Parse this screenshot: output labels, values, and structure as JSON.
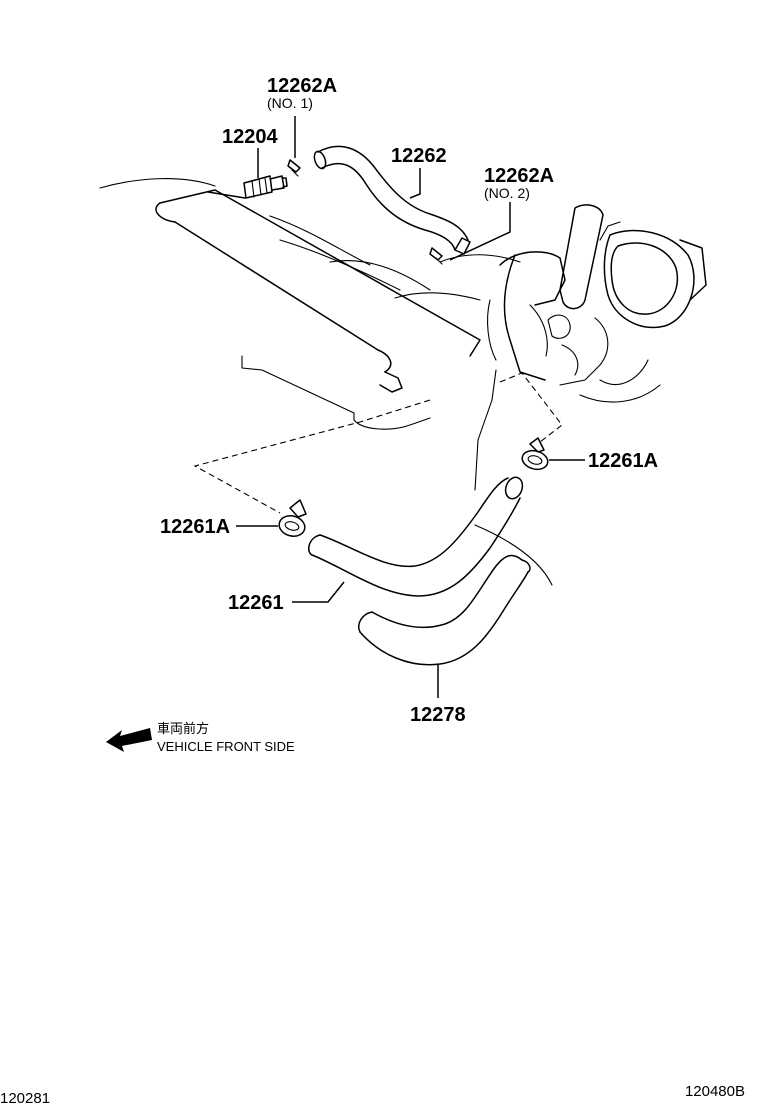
{
  "parts": {
    "p12262A_no1": {
      "number": "12262A",
      "note": "(NO. 1)"
    },
    "p12204": {
      "number": "12204"
    },
    "p12262": {
      "number": "12262"
    },
    "p12262A_no2": {
      "number": "12262A",
      "note": "(NO. 2)"
    },
    "p12261A_right": {
      "number": "12261A"
    },
    "p12261A_left": {
      "number": "12261A"
    },
    "p12261": {
      "number": "12261"
    },
    "p12278": {
      "number": "12278"
    }
  },
  "direction": {
    "japanese": "車両前方",
    "english": "VEHICLE FRONT SIDE",
    "icon": "arrow-left-icon"
  },
  "references": {
    "bottom_left": "120281",
    "bottom_right": "120480B"
  }
}
